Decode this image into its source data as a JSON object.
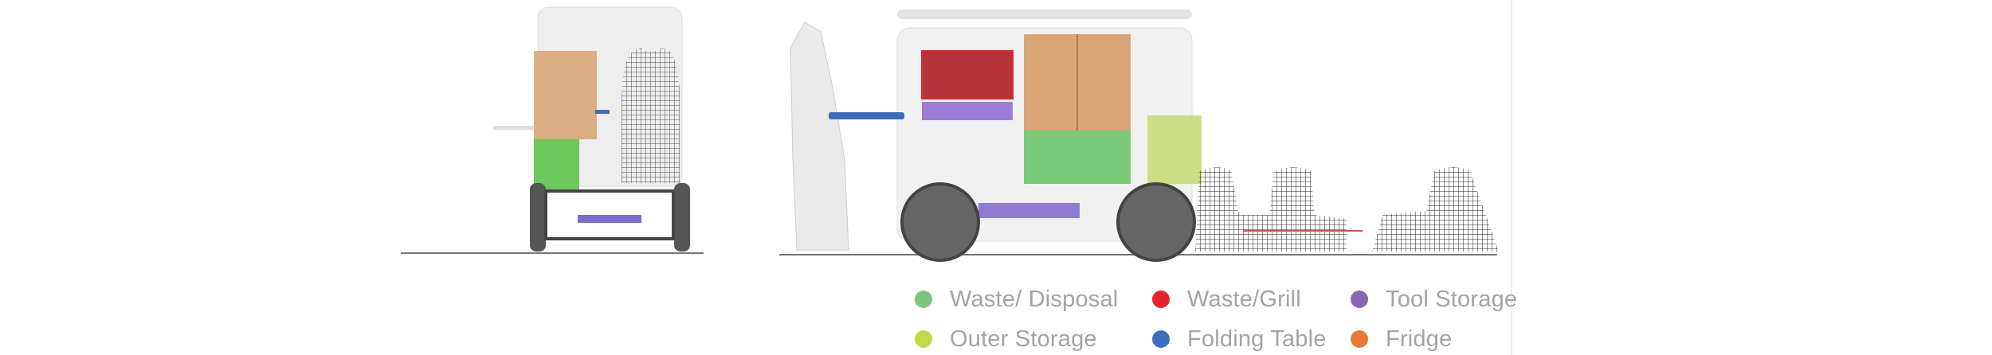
{
  "legend": [
    {
      "label": "Waste/ Disposal",
      "color": "#7dc47f"
    },
    {
      "label": "Waste/Grill",
      "color": "#e5232f"
    },
    {
      "label": "Tool Storage",
      "color": "#8a67b3"
    },
    {
      "label": "Outer Storage",
      "color": "#c3d948"
    },
    {
      "label": "Folding Table",
      "color": "#3a6fbf"
    },
    {
      "label": "Fridge",
      "color": "#e8793a"
    }
  ]
}
